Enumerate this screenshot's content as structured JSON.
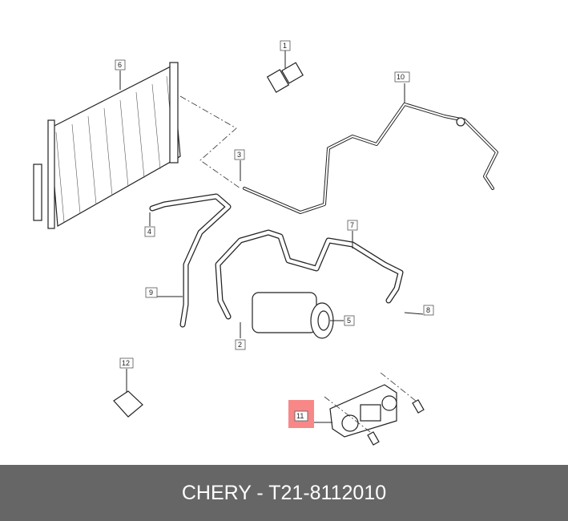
{
  "diagram": {
    "labels": [
      "1",
      "2",
      "3",
      "4",
      "5",
      "6",
      "7",
      "8",
      "9",
      "10",
      "11",
      "12"
    ],
    "highlighted_label": "11",
    "highlight_color": "#f88888"
  },
  "footer": {
    "text": "CHERY - T21-8112010"
  }
}
